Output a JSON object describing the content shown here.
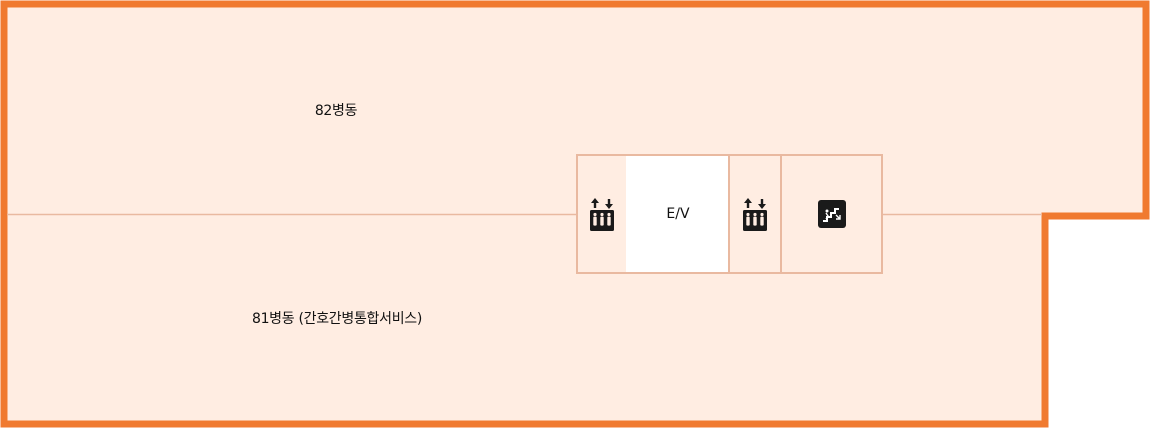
{
  "floor_map": {
    "wards": {
      "upper": {
        "label": "82병동"
      },
      "lower": {
        "label": "81병동 (간호간병통합서비스)"
      }
    },
    "core": {
      "ev_label": "E/V",
      "left_elevator_icon": "elevator-icon",
      "right_elevator_icon": "elevator-icon",
      "stairs_icon": "stairs-icon"
    }
  },
  "colors": {
    "outline": "#f07a30",
    "fill": "#ffede2",
    "divider": "#e9b9a0",
    "icon": "#1a1a1a"
  }
}
